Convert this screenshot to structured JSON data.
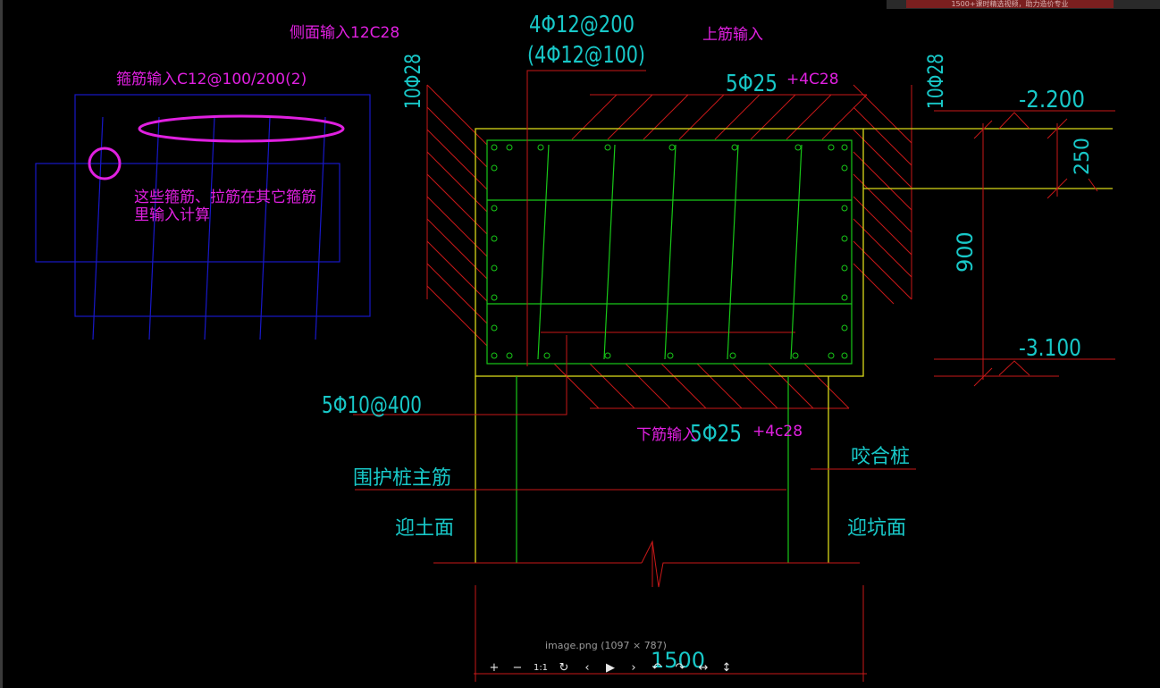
{
  "viewer": {
    "image_info": "image.png (1097 × 787)",
    "top_badge": "1500+课时精选视频，助力造价专业",
    "toolbar": [
      {
        "name": "zoom-in-button",
        "icon": "plus-icon",
        "glyph": "+"
      },
      {
        "name": "zoom-out-button",
        "icon": "minus-icon",
        "glyph": "−"
      },
      {
        "name": "actual-size-button",
        "icon": "one-to-one-icon",
        "glyph": "1:1"
      },
      {
        "name": "reset-button",
        "icon": "refresh-icon",
        "glyph": "↻"
      },
      {
        "name": "prev-button",
        "icon": "chevron-left-icon",
        "glyph": "‹"
      },
      {
        "name": "play-button",
        "icon": "play-icon",
        "glyph": "▶"
      },
      {
        "name": "next-button",
        "icon": "chevron-right-icon",
        "glyph": "›"
      },
      {
        "name": "rotate-left-button",
        "icon": "rotate-left-icon",
        "glyph": "↶"
      },
      {
        "name": "rotate-right-button",
        "icon": "rotate-right-icon",
        "glyph": "↷"
      },
      {
        "name": "flip-horizontal-button",
        "icon": "flip-horizontal-icon",
        "glyph": "↔"
      },
      {
        "name": "flip-vertical-button",
        "icon": "flip-vertical-icon",
        "glyph": "↕"
      }
    ]
  },
  "drawing": {
    "annotations": {
      "side_input": "侧面输入12C28",
      "top_input": "上筋输入",
      "stirrup_input": "箍筋输入C12@100/200(2)",
      "note_line1": "这些箍筋、拉筋在其它箍筋",
      "note_line2": "里输入计算",
      "bottom_input": "下筋输入",
      "top_extra": "+4C28",
      "bottom_extra": "+4c28"
    },
    "labels": {
      "stirrup_main": "4Φ12@200",
      "stirrup_alt": "(4Φ12@100)",
      "left_side": "10Φ28",
      "right_side": "10Φ28",
      "top_bars": "5Φ25",
      "bottom_bars": "5Φ25",
      "tie_bars": "5Φ10@400",
      "elev_top": "-2.200",
      "elev_bottom": "-3.100",
      "dim_250": "250",
      "dim_900": "900",
      "dim_1500": "1500",
      "pile_main": "围护桩主筋",
      "secant_pile": "咬合桩",
      "soil_face": "迎土面",
      "pit_face": "迎坑面"
    },
    "colors": {
      "magenta": "#e020e0",
      "cyan": "#18c8c8",
      "green": "#18c818",
      "red": "#c81818",
      "yellow": "#d8d818",
      "blue": "#1818c8",
      "white": "#e6e6e6"
    }
  }
}
